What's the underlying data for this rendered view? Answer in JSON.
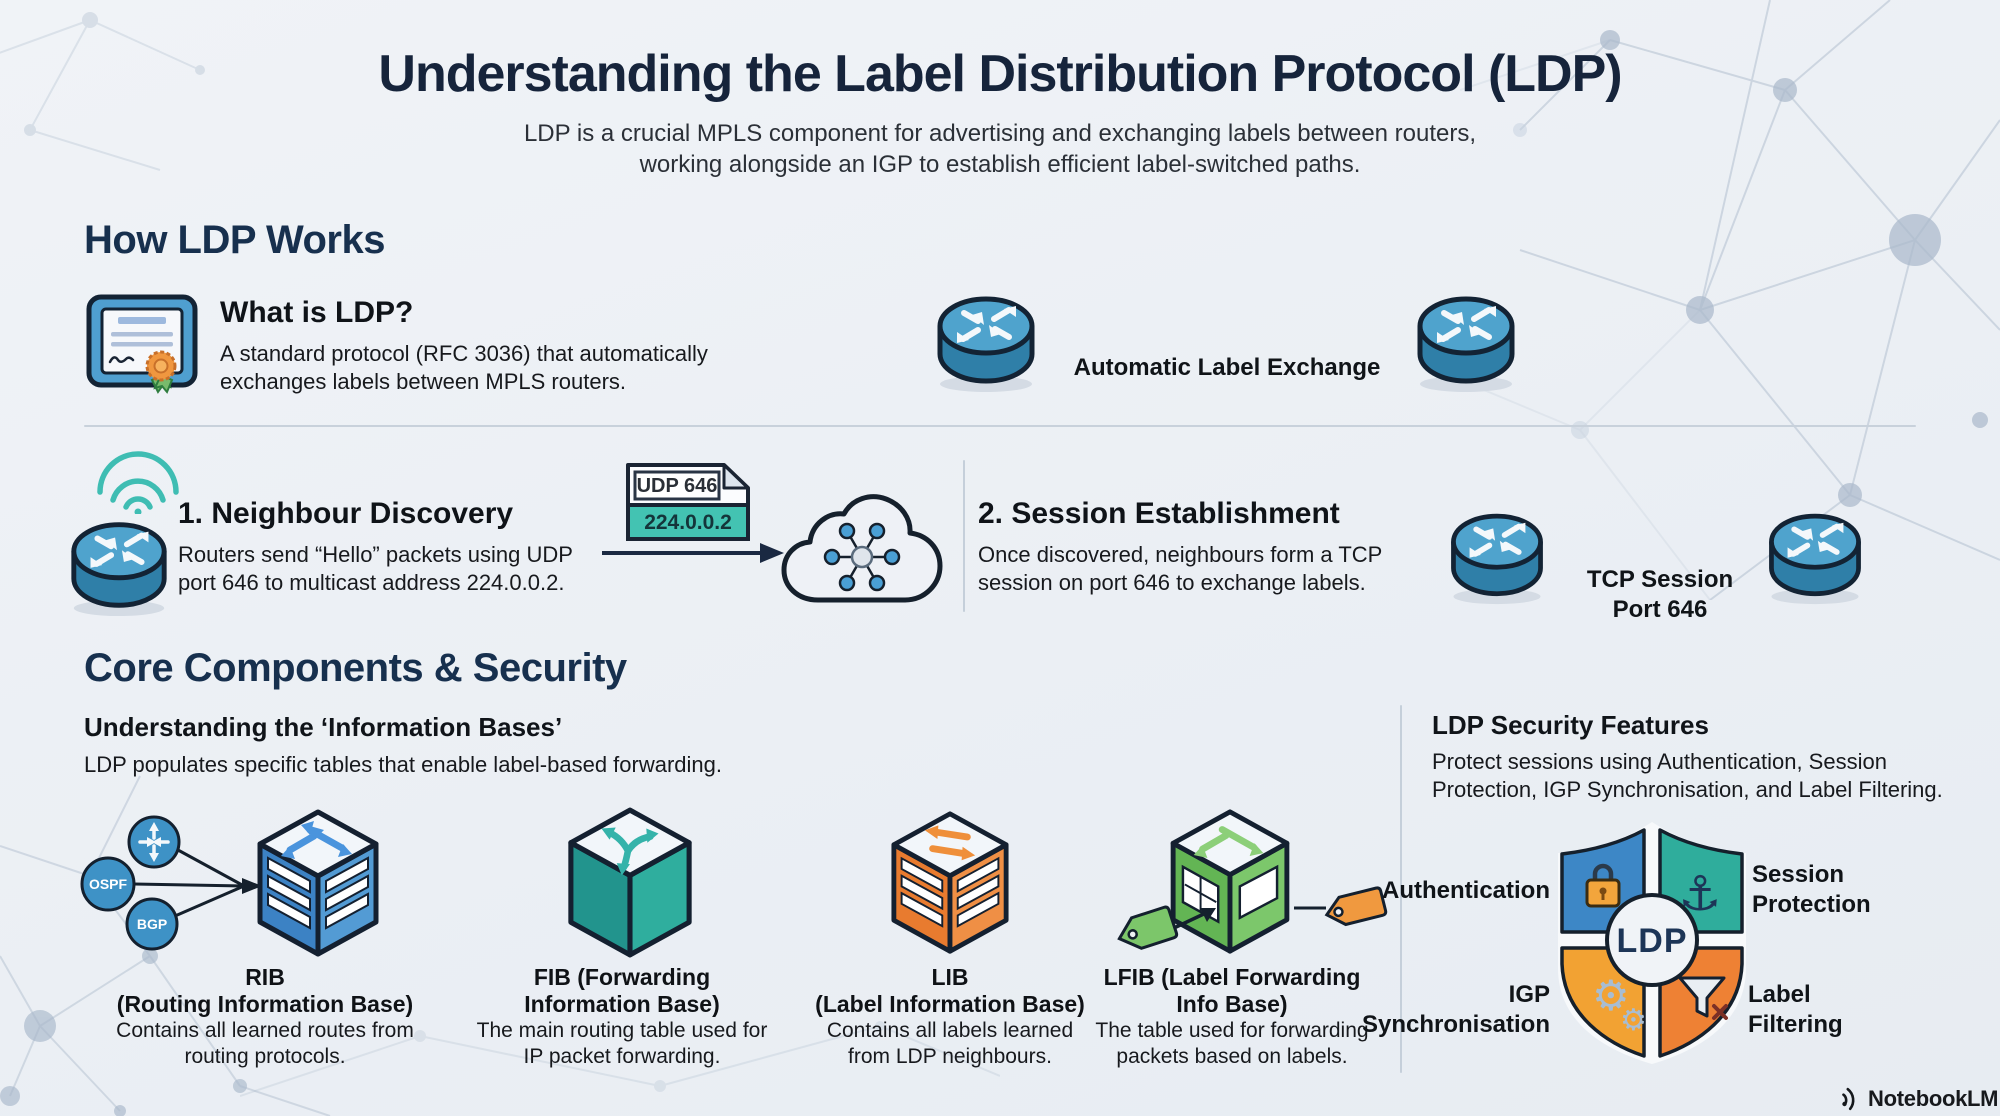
{
  "page": {
    "title": "Understanding the Label Distribution Protocol (LDP)",
    "subtitle_line1": "LDP is a crucial MPLS component for advertising and exchanging labels between routers,",
    "subtitle_line2": "working alongside an IGP to establish efficient label-switched paths."
  },
  "how_ldp_works": {
    "heading": "How LDP Works",
    "what_is_ldp": {
      "heading": "What is LDP?",
      "body_line1": "A standard protocol (RFC 3036) that automatically",
      "body_line2": "exchanges labels between MPLS routers."
    },
    "label_exchange_caption": "Automatic Label Exchange",
    "step1": {
      "heading": "1. Neighbour Discovery",
      "body_line1": "Routers send “Hello” packets using UDP",
      "body_line2": "port 646 to multicast address 224.0.0.2.",
      "packet_top": "UDP 646",
      "packet_bottom": "224.0.0.2"
    },
    "step2": {
      "heading": "2. Session Establishment",
      "body_line1": "Once discovered, neighbours form a TCP",
      "body_line2": "session on port 646 to exchange labels.",
      "caption_line1": "TCP Session",
      "caption_line2": "Port 646"
    }
  },
  "core_components": {
    "heading": "Core Components & Security",
    "info_bases": {
      "heading": "Understanding the ‘Information Bases’",
      "body": "LDP populates specific tables that enable label-based forwarding.",
      "sources": [
        "OSPF",
        "BGP"
      ],
      "items": [
        {
          "name_line1": "RIB",
          "name_line2": "(Routing Information Base)",
          "desc_line1": "Contains all learned routes from",
          "desc_line2": "routing protocols."
        },
        {
          "name_line1": "FIB (Forwarding",
          "name_line2": "Information Base)",
          "desc_line1": "The main routing table used for",
          "desc_line2": "IP packet forwarding."
        },
        {
          "name_line1": "LIB",
          "name_line2": "(Label Information Base)",
          "desc_line1": "Contains all labels learned",
          "desc_line2": "from LDP neighbours."
        },
        {
          "name_line1": "LFIB (Label Forwarding",
          "name_line2": "Info Base)",
          "desc_line1": "The table used for forwarding",
          "desc_line2": "packets based on labels."
        }
      ]
    },
    "security": {
      "heading": "LDP Security Features",
      "body_line1": "Protect sessions using Authentication, Session",
      "body_line2": "Protection, IGP Synchronisation, and Label Filtering.",
      "shield_center": "LDP",
      "features": {
        "authentication": "Authentication",
        "session_protection_line1": "Session",
        "session_protection_line2": "Protection",
        "igp_sync_line1": "IGP",
        "igp_sync_line2": "Synchronisation",
        "label_filtering_line1": "Label",
        "label_filtering_line2": "Filtering"
      },
      "icon_glyphs": {
        "anchor": "⚓",
        "gear": "⚙"
      }
    }
  },
  "footer": {
    "brand": "NotebookLM"
  },
  "colors": {
    "heading_navy": "#16243b",
    "router_blue": "#4fa3cd",
    "teal": "#3fbdb3",
    "cube_blue": "#3c82c4",
    "cube_teal": "#2aa69e",
    "cube_orange": "#e87b2f",
    "cube_green": "#6fbf5e",
    "shield_blue": "#3d87c6",
    "shield_teal": "#2fad9c",
    "shield_amber": "#f2a233",
    "shield_orange": "#ee8134",
    "background": "#edf0f4"
  }
}
